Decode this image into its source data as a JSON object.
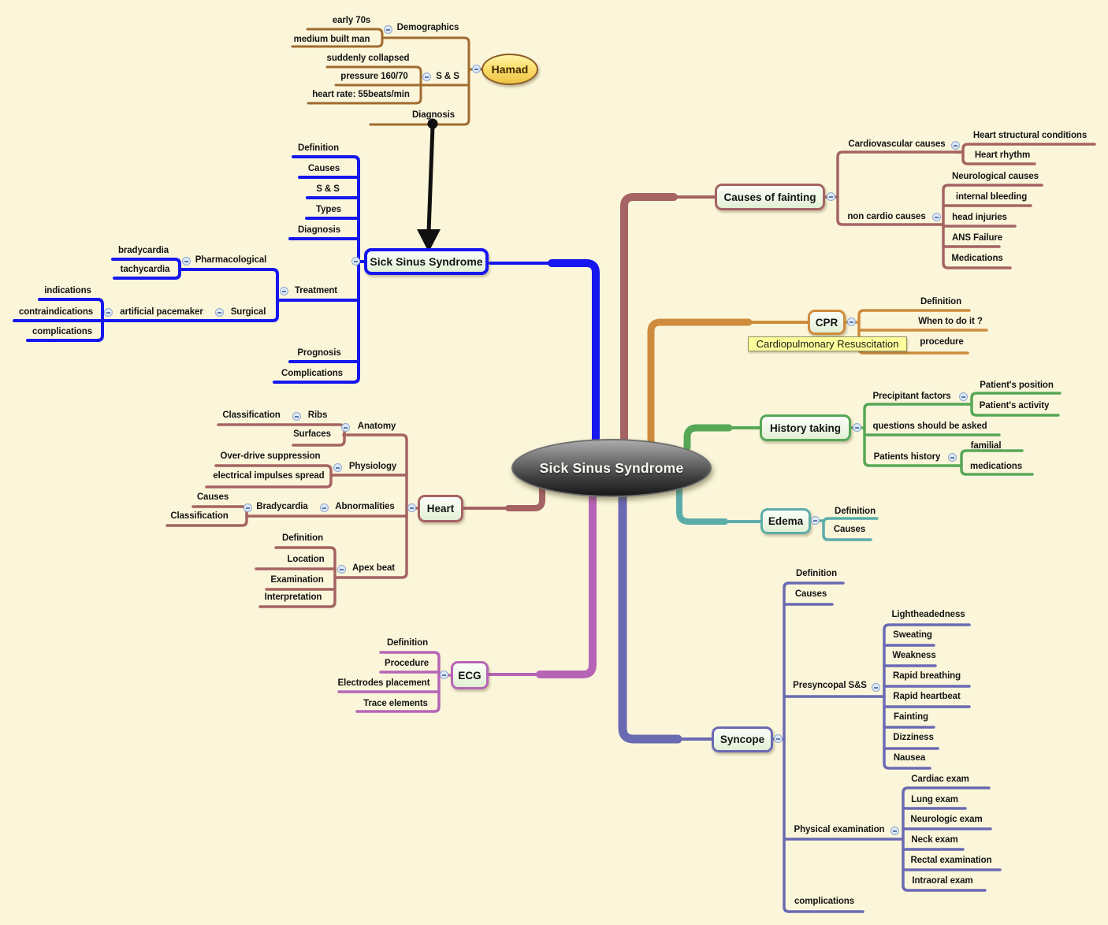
{
  "colors": {
    "bg": "#FBF6DA",
    "brown": "#A06B2E",
    "blue": "#1616EE",
    "maroon": "#A66363",
    "orange": "#CE8B3C",
    "green": "#57A757",
    "teal": "#5CACA9",
    "magenta": "#B665B6",
    "purple": "#6A6AB3",
    "callout": "#FEFF9C"
  },
  "center_topic": "Sick Sinus Syndrome",
  "hamad": {
    "label": "Hamad",
    "demographics": {
      "label": "Demographics",
      "items": [
        "early 70s",
        "medium built man"
      ]
    },
    "signs": {
      "label": "S & S",
      "items": [
        "suddenly collapsed",
        "pressure 160/70",
        "heart rate: 55beats/min"
      ]
    },
    "diagnosis": {
      "label": "Diagnosis"
    }
  },
  "sss": {
    "label": "Sick Sinus Syndrome",
    "children": [
      "Definition",
      "Causes",
      "S & S",
      "Types",
      "Diagnosis",
      "Treatment",
      "Prognosis",
      "Complications"
    ],
    "treatment": {
      "pharmacological": {
        "label": "Pharmacological",
        "items": [
          "bradycardia",
          "tachycardia"
        ]
      },
      "surgical": {
        "label": "Surgical",
        "pacemaker": {
          "label": "artificial pacemaker",
          "items": [
            "indications",
            "contraindications",
            "complications"
          ]
        }
      }
    }
  },
  "fainting": {
    "label": "Causes of fainting",
    "cardio": {
      "label": "Cardiovascular causes",
      "items": [
        "Heart structural conditions",
        "Heart rhythm"
      ]
    },
    "noncardio": {
      "label": "non cardio causes",
      "items": [
        "Neurological causes",
        "internal bleeding",
        "head injuries",
        "ANS Failure",
        "Medications"
      ]
    }
  },
  "cpr": {
    "label": "CPR",
    "callout": "Cardiopulmonary Resuscitation",
    "items": [
      "Definition",
      "When to do it ?",
      "procedure"
    ]
  },
  "history": {
    "label": "History taking",
    "precipitant": {
      "label": "Precipitant factors",
      "items": [
        "Patient's position",
        "Patient's activity"
      ]
    },
    "questions": "questions should be asked",
    "patients": {
      "label": "Patients history",
      "items": [
        "familial",
        "medications"
      ]
    }
  },
  "edema": {
    "label": "Edema",
    "items": [
      "Definition",
      "Causes"
    ]
  },
  "heart": {
    "label": "Heart",
    "anatomy": {
      "label": "Anatomy",
      "ribs": {
        "label": "Ribs",
        "child": "Classification"
      },
      "surfaces": "Surfaces"
    },
    "physiology": {
      "label": "Physiology",
      "items": [
        "Over-drive suppression",
        "electrical impulses spread"
      ]
    },
    "abnormalities": {
      "label": "Abnormalities",
      "bradycardia": {
        "label": "Bradycardia",
        "items": [
          "Causes",
          "Classification"
        ]
      }
    },
    "apex": {
      "label": "Apex beat",
      "items": [
        "Definition",
        "Location",
        "Examination",
        "Interpretation"
      ]
    }
  },
  "ecg": {
    "label": "ECG",
    "items": [
      "Definition",
      "Procedure",
      "Electrodes placement",
      "Trace elements"
    ]
  },
  "syncope": {
    "label": "Syncope",
    "definition": "Definition",
    "causes": "Causes",
    "presyncopal": {
      "label": "Presyncopal S&S",
      "items": [
        "Lightheadedness",
        "Sweating",
        "Weakness",
        "Rapid breathing",
        "Rapid heartbeat",
        "Fainting",
        "Dizziness",
        "Nausea"
      ]
    },
    "physical": {
      "label": "Physical examination",
      "items": [
        "Cardiac exam",
        "Lung exam",
        "Neurologic exam",
        "Neck exam",
        "Rectal examination",
        "Intraoral exam"
      ]
    },
    "complications": "complications"
  }
}
